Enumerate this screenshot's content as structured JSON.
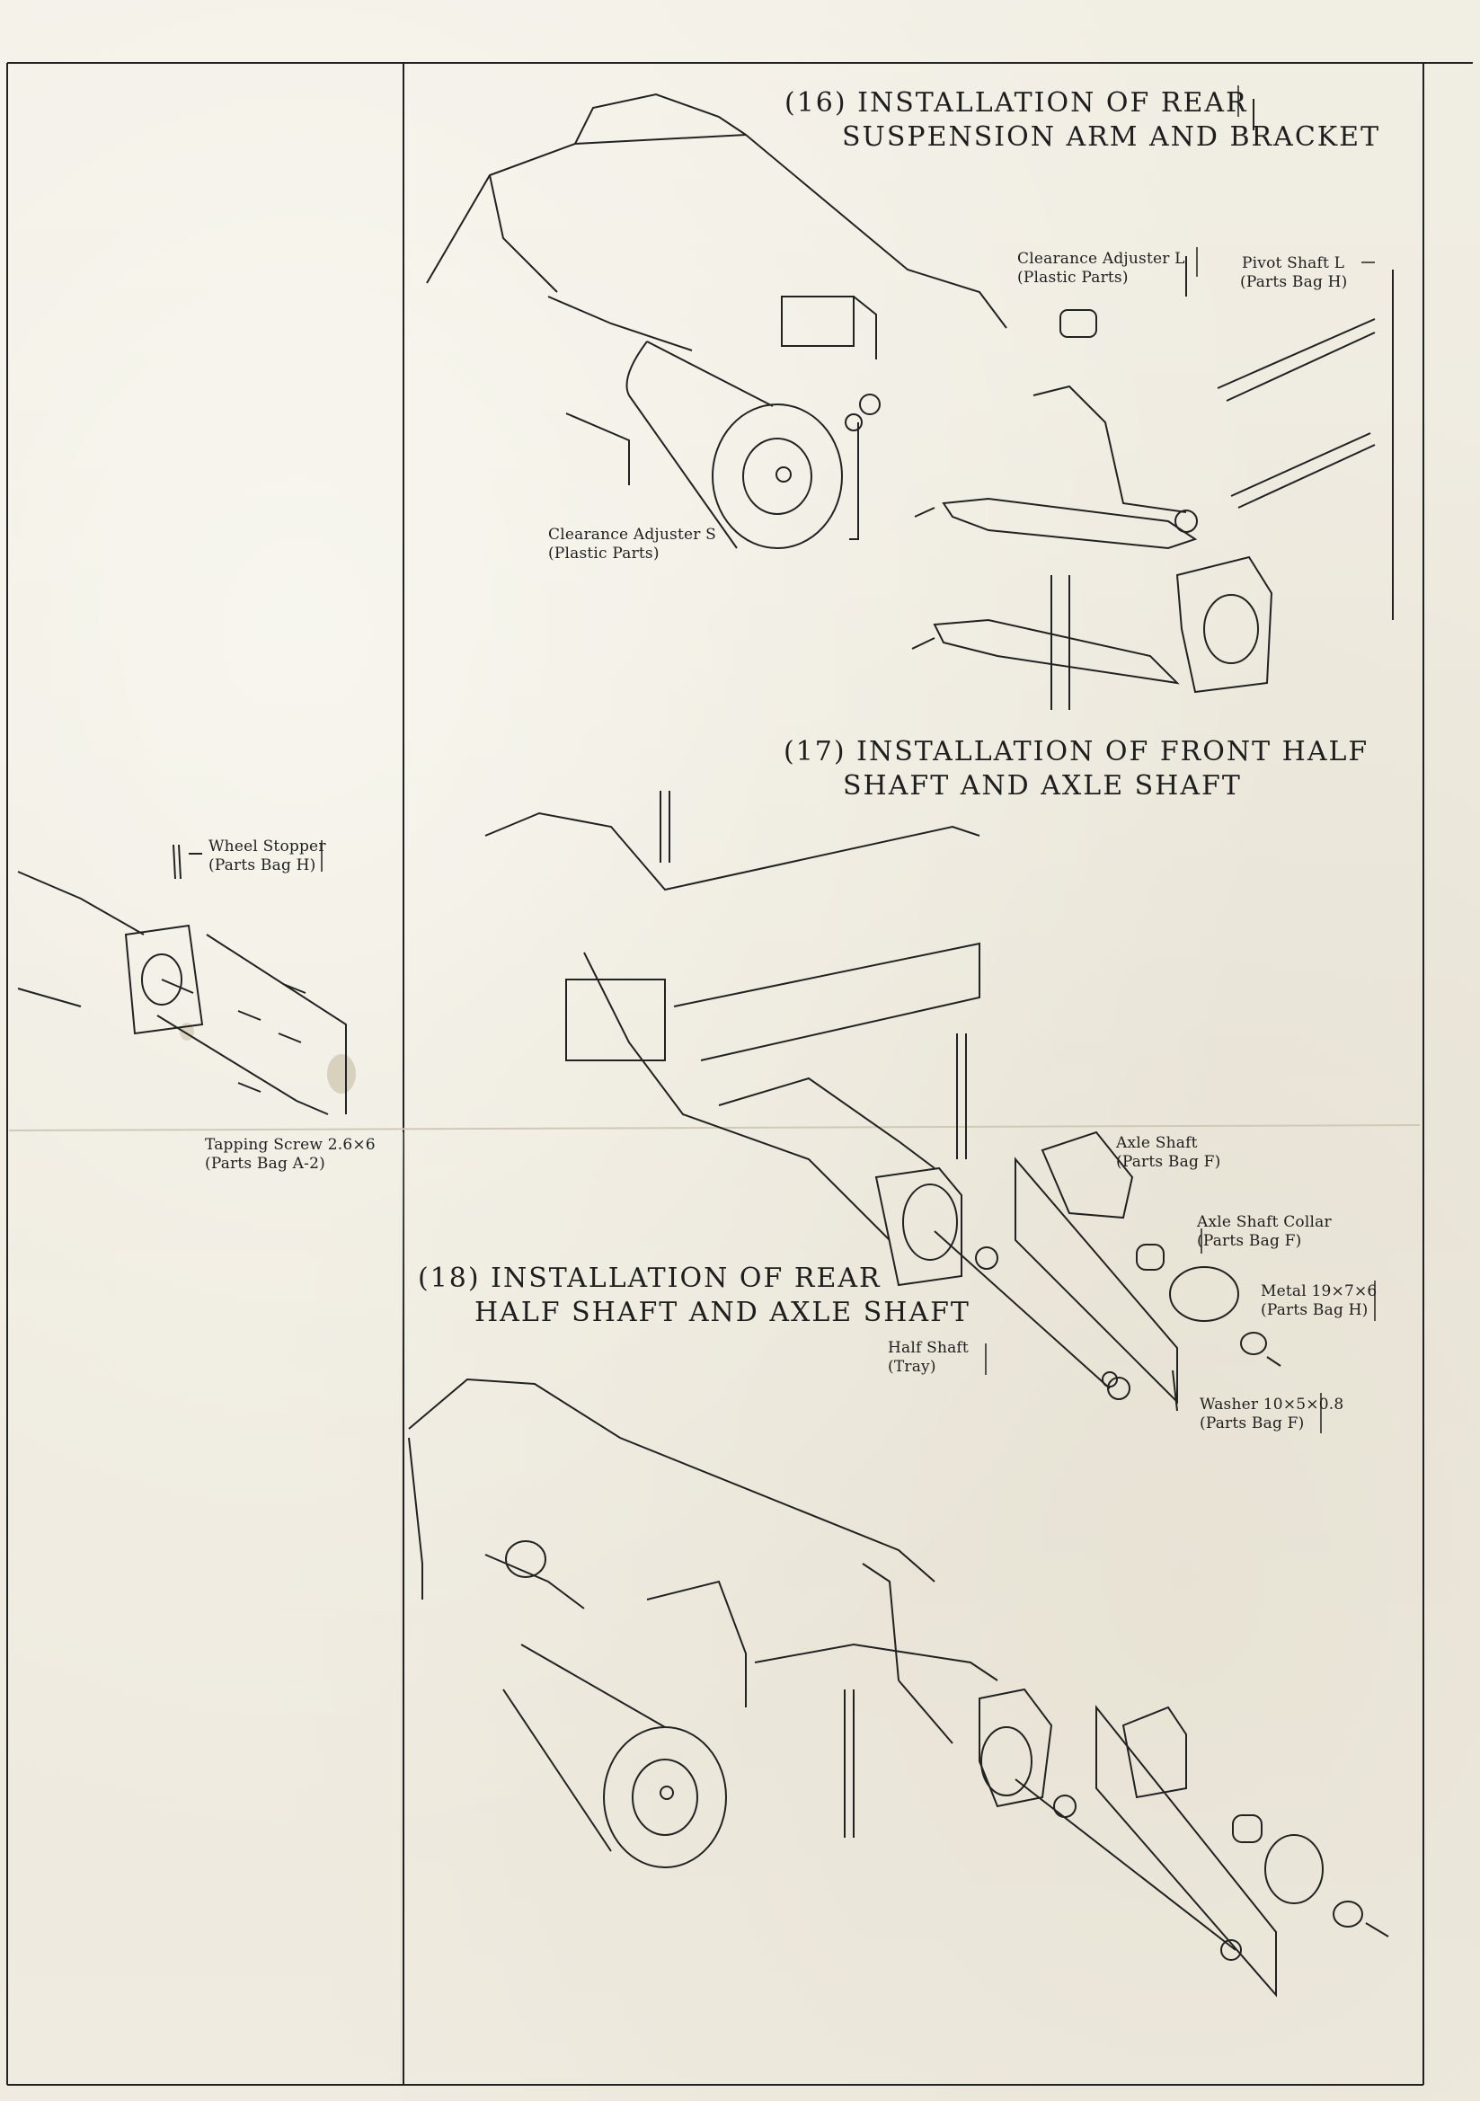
{
  "sections": {
    "s16": {
      "line1": "(16) INSTALLATION OF REAR",
      "line2": "SUSPENSION ARM AND BRACKET"
    },
    "s17": {
      "line1": "(17) INSTALLATION OF FRONT HALF",
      "line2": "SHAFT  AND AXLE SHAFT"
    },
    "s18": {
      "line1": "(18) INSTALLATION OF REAR",
      "line2": "HALF SHAFT AND AXLE SHAFT"
    }
  },
  "labels": {
    "clearance_adjuster_l": {
      "name": "Clearance Adjuster L",
      "parts": "(Plastic Parts)"
    },
    "pivot_shaft_l": {
      "name": "Pivot Shaft L",
      "parts": "(Parts Bag H)"
    },
    "clearance_adjuster_s": {
      "name": "Clearance Adjuster S",
      "parts": "(Plastic Parts)"
    },
    "wheel_stopper": {
      "name": "Wheel Stopper",
      "parts": "(Parts Bag H)"
    },
    "tapping_screw": {
      "name": "Tapping Screw 2.6×6",
      "parts": "(Parts Bag A-2)"
    },
    "axle_shaft": {
      "name": "Axle Shaft",
      "parts": "(Parts Bag F)"
    },
    "axle_shaft_collar": {
      "name": "Axle Shaft Collar",
      "parts": "(Parts Bag F)"
    },
    "metal": {
      "name": "Metal 19×7×6",
      "parts": "(Parts Bag H)"
    },
    "half_shaft": {
      "name": "Half Shaft",
      "parts": "(Tray)"
    },
    "washer": {
      "name": "Washer 10×5×0.8",
      "parts": "(Parts Bag F)"
    }
  },
  "colors": {
    "paper": "#efece1",
    "ink": "#1e1e1e"
  }
}
